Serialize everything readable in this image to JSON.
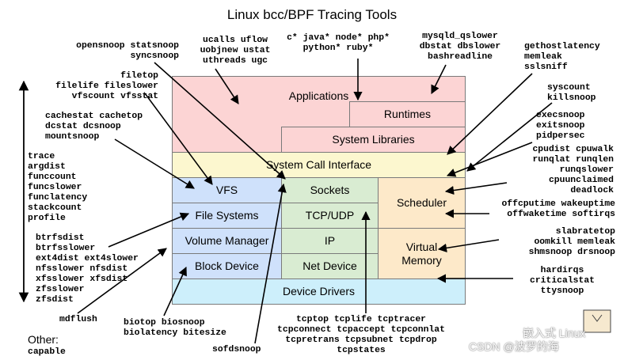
{
  "title": "Linux bcc/BPF Tracing Tools",
  "layers": {
    "applications": "Applications",
    "runtimes": "Runtimes",
    "system_libraries": "System Libraries",
    "syscall_interface": "System Call Interface",
    "vfs": "VFS",
    "file_systems": "File Systems",
    "volume_manager": "Volume Manager",
    "block_device": "Block Device",
    "sockets": "Sockets",
    "tcp_udp": "TCP/UDP",
    "ip": "IP",
    "net_device": "Net Device",
    "scheduler": "Scheduler",
    "virtual_memory": "Virtual\nMemory",
    "device_drivers": "Device Drivers"
  },
  "tools": {
    "opensnoop": "opensnoop statsnoop\nsyncsnoop",
    "ucalls": "ucalls uflow\nuobjnew ustat\nuthreads ugc",
    "langs": "c* java* node* php*\npython* ruby*",
    "mysql": "mysqld_qslower\ndbstat dbslower\nbashreadline",
    "gethost": "gethostlatency\nmemleak\nsslsniff",
    "filetop": "filetop\nfilelife fileslower\nvfscount vfsstat",
    "syscount": "syscount\nkillsnoop",
    "cachestat": "cachestat cachetop\ndcstat dcsnoop\nmountsnoop",
    "execsnoop": "execsnoop\nexitsnoop\npidpersec",
    "cpudist": "cpudist cpuwalk\nrunqlat runqlen\nrunqslower\ncpuunclaimed\ndeadlock",
    "trace": "trace\nargdist\nfunccount\nfuncslower\nfunclatency\nstackcount\nprofile",
    "offcpu": "offcputime wakeuptime\noffwaketime softirqs",
    "btrfs": "btrfsdist\nbtrfsslower\next4dist ext4slower\nnfsslower nfsdist\nxfsslower xfsdist\nzfsslower\nzfsdist",
    "slabratetop": "slabratetop\noomkill memleak\nshmsnoop drsnoop",
    "hardirqs": "hardirqs\ncriticalstat\nttysnoop",
    "mdflush": "mdflush",
    "biotop": "biotop biosnoop\nbiolatency bitesize",
    "sofdsnoop": "sofdsnoop",
    "tcptop": "tcptop tcplife tcptracer\ntcpconnect tcpaccept tcpconnlat\ntcpretrans tcpsubnet tcpdrop\ntcpstates",
    "other_label": "Other:",
    "capable": "capable"
  },
  "watermark": {
    "line1": "嵌入式 Linux",
    "line2": "CSDN @波罗的海"
  },
  "colors": {
    "applications": "#fcd4d4",
    "syscall": "#fcf7cf",
    "storage": "#cfe1fb",
    "network": "#d9ecd2",
    "scheduler": "#fde9c9",
    "drivers": "#cdeffb"
  }
}
